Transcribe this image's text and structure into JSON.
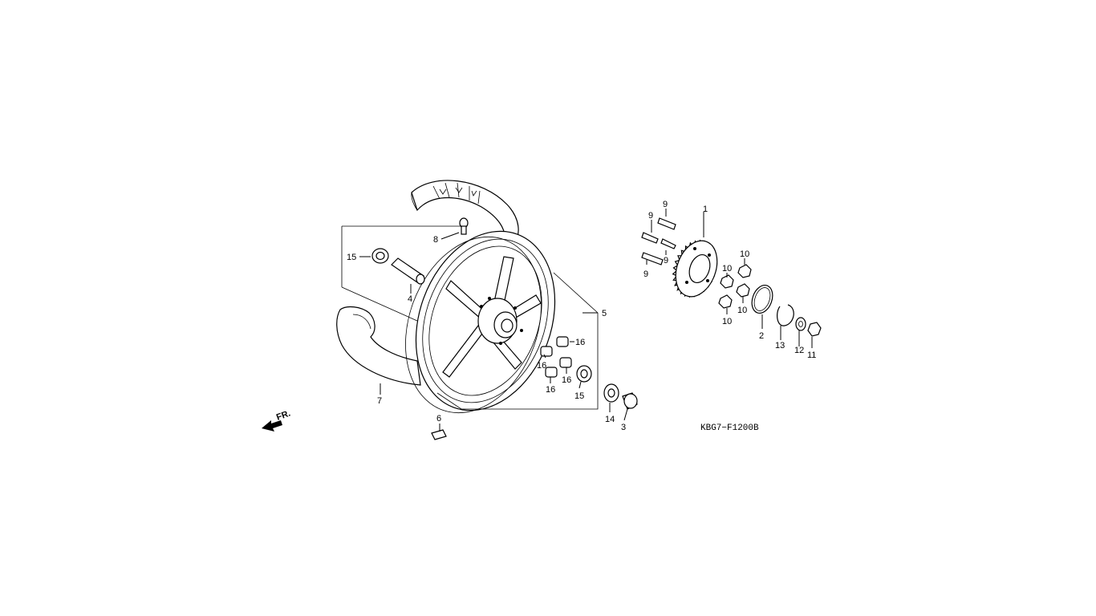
{
  "diagram": {
    "code": "KBG7−F1200B",
    "direction_label": "FR.",
    "callouts": [
      {
        "id": "c1",
        "text": "1"
      },
      {
        "id": "c2",
        "text": "2"
      },
      {
        "id": "c3",
        "text": "3"
      },
      {
        "id": "c4",
        "text": "4"
      },
      {
        "id": "c5",
        "text": "5"
      },
      {
        "id": "c6",
        "text": "6"
      },
      {
        "id": "c7",
        "text": "7"
      },
      {
        "id": "c8",
        "text": "8"
      },
      {
        "id": "c9a",
        "text": "9"
      },
      {
        "id": "c9b",
        "text": "9"
      },
      {
        "id": "c9c",
        "text": "9"
      },
      {
        "id": "c9d",
        "text": "9"
      },
      {
        "id": "c10a",
        "text": "10"
      },
      {
        "id": "c10b",
        "text": "10"
      },
      {
        "id": "c10c",
        "text": "10"
      },
      {
        "id": "c10d",
        "text": "10"
      },
      {
        "id": "c11",
        "text": "11"
      },
      {
        "id": "c12",
        "text": "12"
      },
      {
        "id": "c13",
        "text": "13"
      },
      {
        "id": "c14",
        "text": "14"
      },
      {
        "id": "c15a",
        "text": "15"
      },
      {
        "id": "c15b",
        "text": "15"
      },
      {
        "id": "c16a",
        "text": "16"
      },
      {
        "id": "c16b",
        "text": "16"
      },
      {
        "id": "c16c",
        "text": "16"
      },
      {
        "id": "c16d",
        "text": "16"
      }
    ]
  }
}
